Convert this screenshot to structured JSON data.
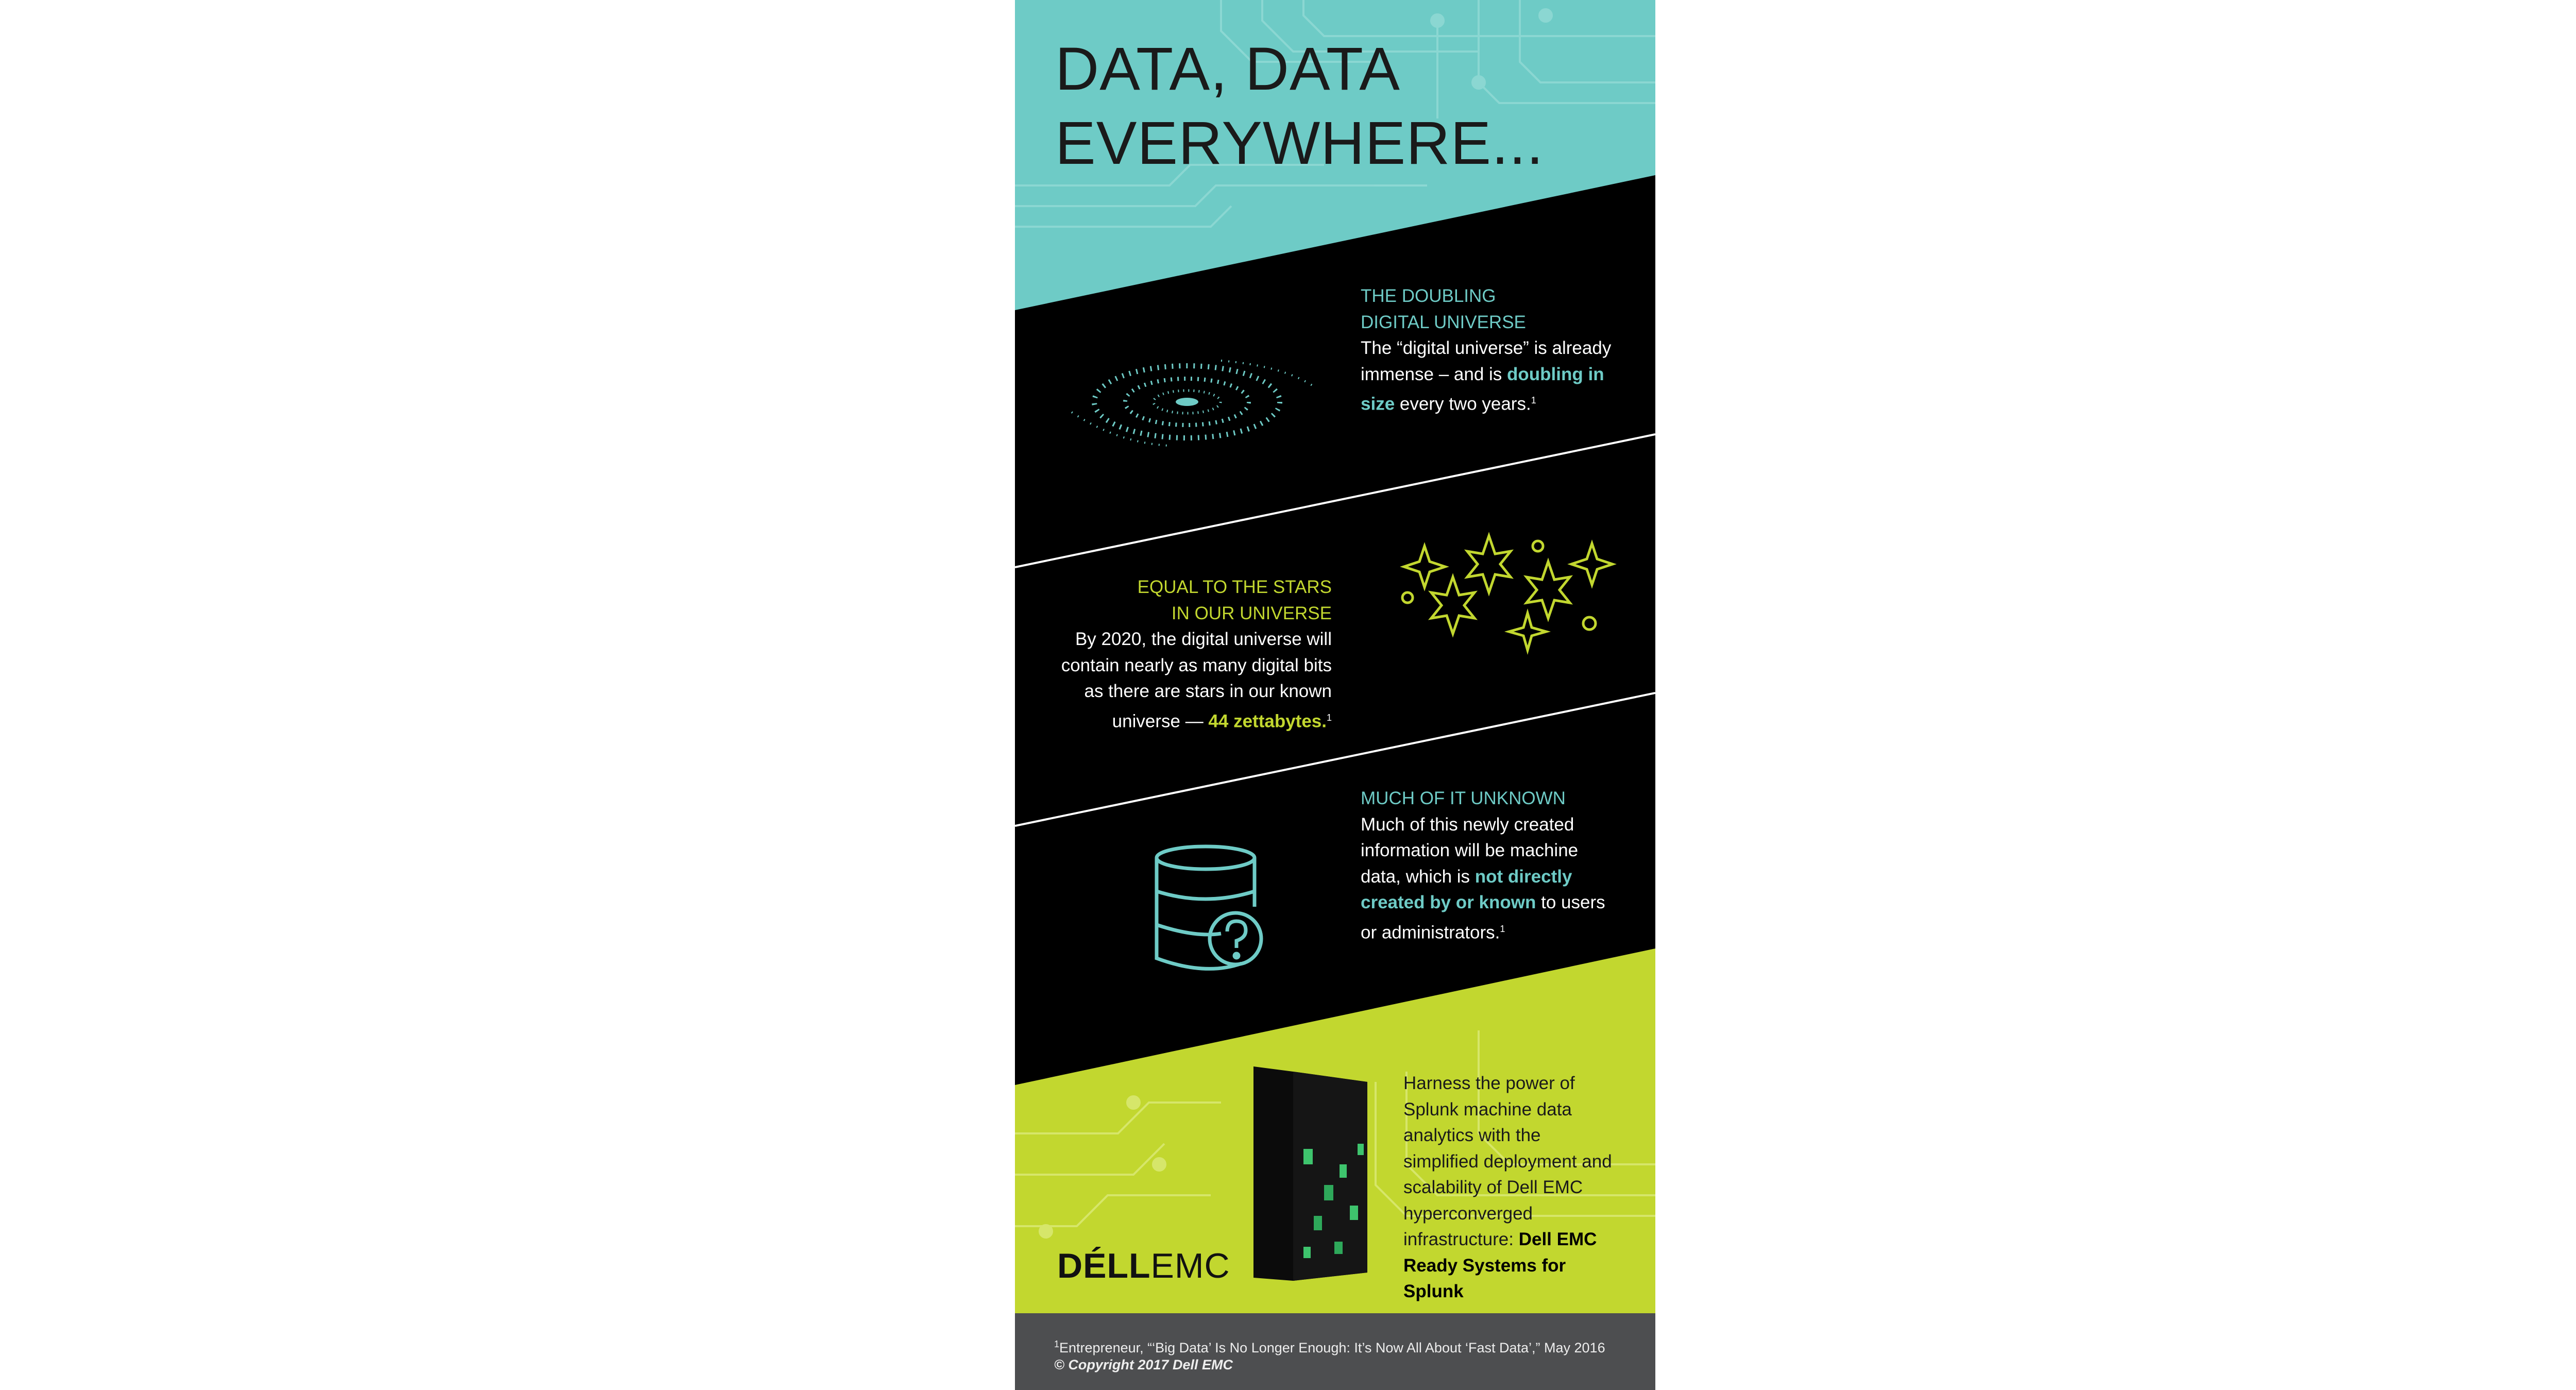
{
  "title": {
    "line1": "DATA, DATA",
    "line2": "EVERYWHERE..."
  },
  "sections": [
    {
      "heading1": "THE DOUBLING",
      "heading2": "DIGITAL UNIVERSE",
      "text_a": "The “digital universe” is already immense – and is ",
      "text_b": "doubling in size",
      "text_c": " every two years.",
      "sup": "1",
      "icon": "spiral-galaxy-icon"
    },
    {
      "heading1": "EQUAL TO THE STARS",
      "heading2": "IN OUR UNIVERSE",
      "text_a": "By 2020, the digital universe will contain nearly as many digital bits as there are stars in our known universe — ",
      "text_b": "44 zettabytes.",
      "sup": "1",
      "icon": "stars-icon"
    },
    {
      "heading": "MUCH OF IT UNKNOWN",
      "text_a": "Much of this newly created information will be machine data, which is ",
      "text_b": "not directly created by or known",
      "text_c": " to users or administrators.",
      "sup": "1",
      "icon": "database-question-icon"
    },
    {
      "text_a": "Harness the power of Splunk machine data analytics with the simplified deployment and scalability of Dell EMC hyperconverged infrastructure: ",
      "text_b": "Dell EMC Ready Systems for Splunk",
      "icon": "server-tower-icon"
    }
  ],
  "logo": {
    "dell": "DÉLL",
    "emc": "EMC"
  },
  "footer": {
    "sup": "1",
    "citation": "Entrepreneur, “‘Big Data’ Is No Longer Enough: It’s Now All About ‘Fast Data’,” May 2016",
    "copyright": "© Copyright 2017 Dell EMC"
  },
  "colors": {
    "teal": "#6ecbc6",
    "lime": "#c2d72f",
    "black": "#000000",
    "footer": "#4d4e50"
  }
}
